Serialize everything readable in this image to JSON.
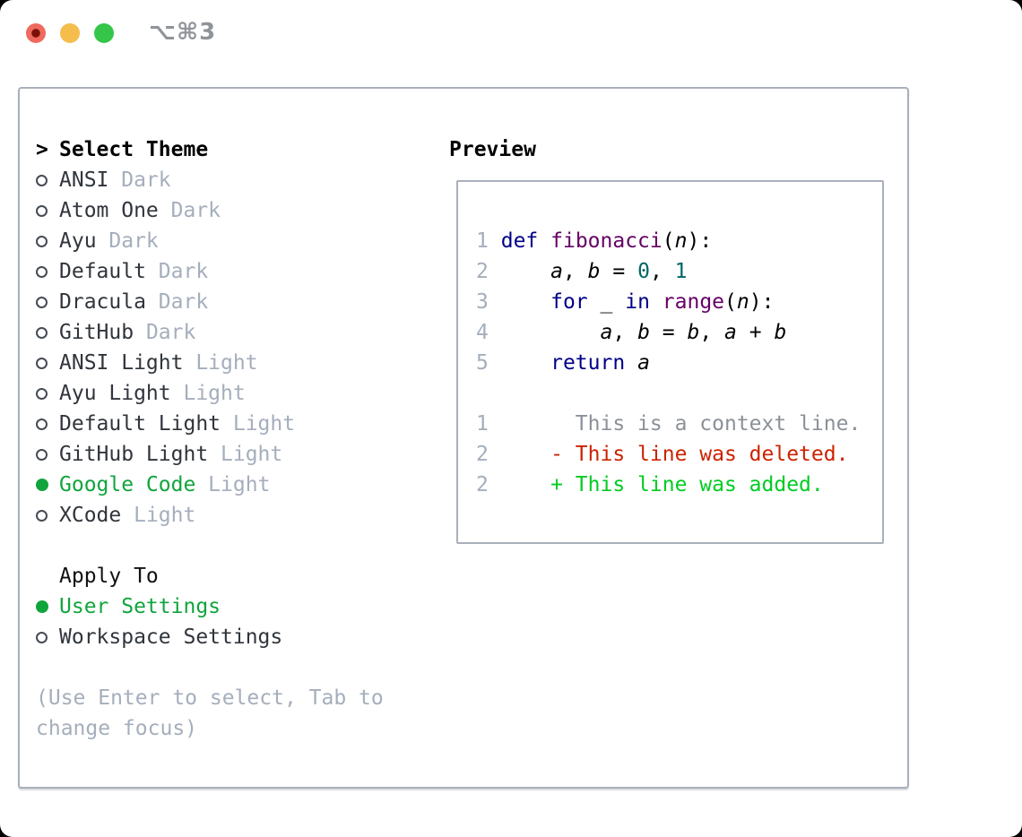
{
  "window": {
    "titlebar": {
      "shortcut": "⌥⌘3",
      "traffic_lights": [
        "close",
        "minimize",
        "zoom"
      ]
    }
  },
  "colors": {
    "selection_green": "#10a53c",
    "muted_gray": "#a5aebc",
    "border_gray": "#a9b0ba",
    "item_text": "#30353c",
    "traffic_red": "#ee6a5e",
    "traffic_red_dot": "#7b1007",
    "traffic_yellow": "#f5bd4b",
    "traffic_green": "#35c649",
    "syntax_keyword": "#000088",
    "syntax_function": "#660066",
    "syntax_number": "#006666",
    "diff_context": "#8b9199",
    "diff_deleted": "#cc2200",
    "diff_added": "#00cc22",
    "line_number": "#a5aebc"
  },
  "theme_panel": {
    "prompt": ">",
    "title": "Select Theme",
    "items": [
      {
        "name": "ANSI",
        "variant": "Dark",
        "selected": false
      },
      {
        "name": "Atom One",
        "variant": "Dark",
        "selected": false
      },
      {
        "name": "Ayu",
        "variant": "Dark",
        "selected": false
      },
      {
        "name": "Default",
        "variant": "Dark",
        "selected": false
      },
      {
        "name": "Dracula",
        "variant": "Dark",
        "selected": false
      },
      {
        "name": "GitHub",
        "variant": "Dark",
        "selected": false
      },
      {
        "name": "ANSI Light",
        "variant": "Light",
        "selected": false
      },
      {
        "name": "Ayu Light",
        "variant": "Light",
        "selected": false
      },
      {
        "name": "Default Light",
        "variant": "Light",
        "selected": false
      },
      {
        "name": "GitHub Light",
        "variant": "Light",
        "selected": false
      },
      {
        "name": "Google Code",
        "variant": "Light",
        "selected": true
      },
      {
        "name": "XCode",
        "variant": "Light",
        "selected": false
      }
    ],
    "apply_to": {
      "title": "Apply To",
      "options": [
        {
          "label": "User Settings",
          "selected": true
        },
        {
          "label": "Workspace Settings",
          "selected": false
        }
      ]
    },
    "help_text": "(Use Enter to select, Tab to change focus)"
  },
  "preview_panel": {
    "title": "Preview",
    "code_lines": [
      {
        "number": "1",
        "tokens": [
          {
            "type": "keyword",
            "text": "def"
          },
          {
            "type": "plain",
            "text": " "
          },
          {
            "type": "function",
            "text": "fibonacci"
          },
          {
            "type": "plain",
            "text": "("
          },
          {
            "type": "variable",
            "text": "n"
          },
          {
            "type": "plain",
            "text": "):"
          }
        ]
      },
      {
        "number": "2",
        "tokens": [
          {
            "type": "plain",
            "text": "    "
          },
          {
            "type": "variable",
            "text": "a"
          },
          {
            "type": "plain",
            "text": ", "
          },
          {
            "type": "variable",
            "text": "b"
          },
          {
            "type": "plain",
            "text": " = "
          },
          {
            "type": "number",
            "text": "0"
          },
          {
            "type": "plain",
            "text": ", "
          },
          {
            "type": "number",
            "text": "1"
          }
        ]
      },
      {
        "number": "3",
        "tokens": [
          {
            "type": "plain",
            "text": "    "
          },
          {
            "type": "keyword",
            "text": "for"
          },
          {
            "type": "plain",
            "text": " "
          },
          {
            "type": "variable",
            "text": "_"
          },
          {
            "type": "plain",
            "text": " "
          },
          {
            "type": "keyword",
            "text": "in"
          },
          {
            "type": "plain",
            "text": " "
          },
          {
            "type": "function",
            "text": "range"
          },
          {
            "type": "plain",
            "text": "("
          },
          {
            "type": "variable",
            "text": "n"
          },
          {
            "type": "plain",
            "text": "):"
          }
        ]
      },
      {
        "number": "4",
        "tokens": [
          {
            "type": "plain",
            "text": "        "
          },
          {
            "type": "variable",
            "text": "a"
          },
          {
            "type": "plain",
            "text": ", "
          },
          {
            "type": "variable",
            "text": "b"
          },
          {
            "type": "plain",
            "text": " = "
          },
          {
            "type": "variable",
            "text": "b"
          },
          {
            "type": "plain",
            "text": ", "
          },
          {
            "type": "variable",
            "text": "a"
          },
          {
            "type": "plain",
            "text": " + "
          },
          {
            "type": "variable",
            "text": "b"
          }
        ]
      },
      {
        "number": "5",
        "tokens": [
          {
            "type": "plain",
            "text": "    "
          },
          {
            "type": "keyword",
            "text": "return"
          },
          {
            "type": "plain",
            "text": " "
          },
          {
            "type": "variable",
            "text": "a"
          }
        ]
      },
      {
        "number": "",
        "tokens": []
      },
      {
        "number": "1",
        "tokens": [
          {
            "type": "context",
            "text": "      This is a context line."
          }
        ]
      },
      {
        "number": "2",
        "tokens": [
          {
            "type": "deleted",
            "text": "    - This line was deleted."
          }
        ]
      },
      {
        "number": "2",
        "tokens": [
          {
            "type": "added",
            "text": "    + This line was added."
          }
        ]
      }
    ]
  }
}
